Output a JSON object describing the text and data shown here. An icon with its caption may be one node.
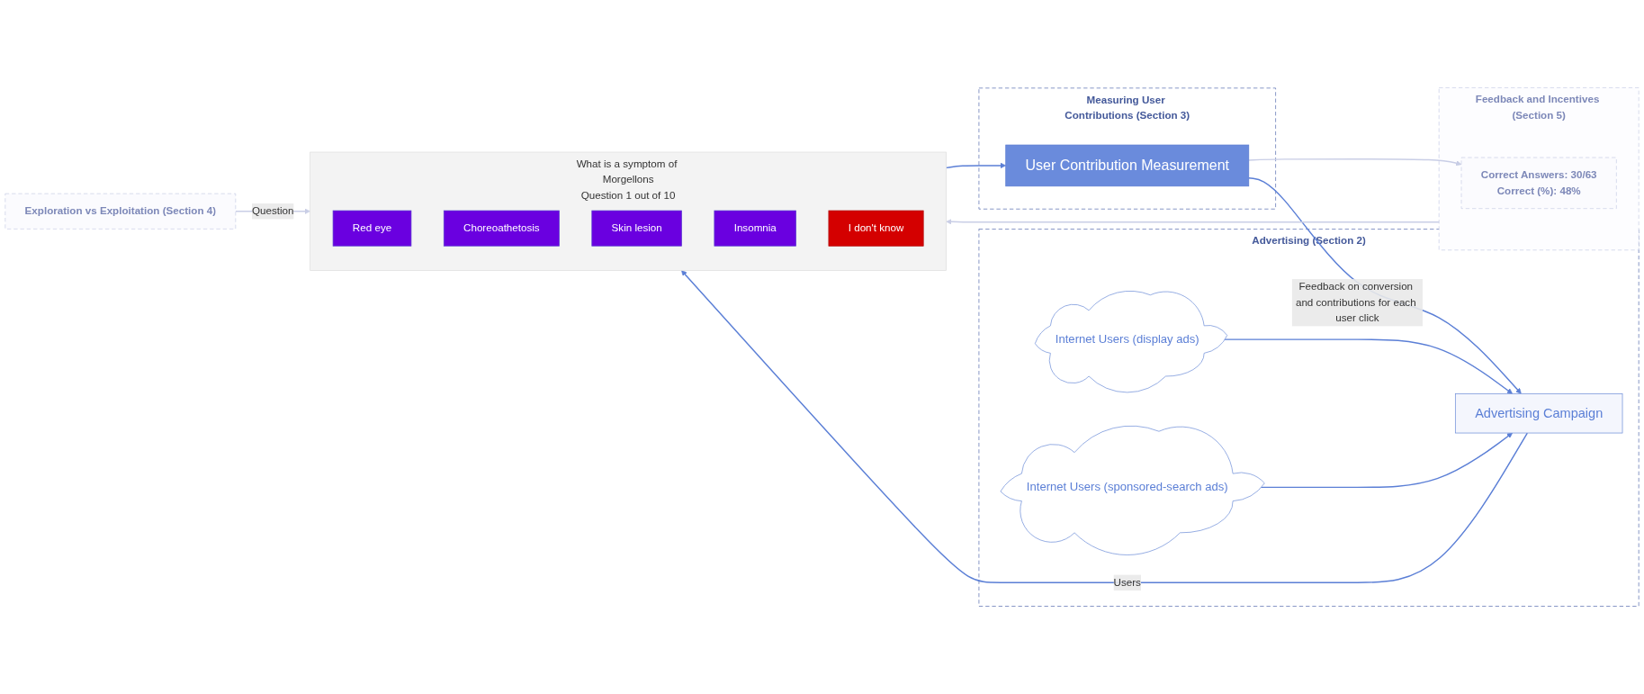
{
  "diagram": {
    "nodes": [
      {
        "text": [
          "Measuring User Contributions (Section 3)"
        ]
      },
      {
        "text": [
          "User Contribution Measurement"
        ],
        "in": 0
      },
      {
        "text": [
          "Feedback and Incentives (Section 5)"
        ]
      },
      {
        "text": [
          "Correct Answers: 30/63",
          "Correct (%): 48%"
        ],
        "in": 2
      },
      {
        "text": [
          "Advertising (Section 2)"
        ]
      },
      {
        "text": [
          "Internet Users (display ads)"
        ],
        "in": 4
      },
      {
        "text": [
          "Internet Users (sponsored-search ads)"
        ],
        "in": 4
      },
      {
        "text": [
          "Advertising Campaign"
        ],
        "in": 4
      },
      {
        "text": [
          "What is a symptom of Morgellons",
          "Question 1 out of 10"
        ]
      },
      {
        "text": [
          "Red eye"
        ],
        "in": 8
      },
      {
        "text": [
          "Choreoathetosis"
        ],
        "in": 8
      },
      {
        "text": [
          "Skin lesion"
        ],
        "in": 8
      },
      {
        "text": [
          "Insomnia"
        ],
        "in": 8
      },
      {
        "text": [
          "I don't know"
        ],
        "in": 8
      },
      {
        "text": [
          "Exploration vs Exploitation (Section 4)"
        ]
      }
    ],
    "edges": [
      {
        "from": 1,
        "to": 3,
        "arrow": "to",
        "color": "#c9cee6"
      },
      {
        "from": 2,
        "to": 8,
        "arrow": "to",
        "color": "#c9cee6"
      },
      {
        "from": 8,
        "to": 1,
        "arrow": "to"
      },
      {
        "from": 1,
        "to": 7,
        "label": "Feedback on conversion and contributions for each user click",
        "arrow": "to"
      },
      {
        "from": 5,
        "to": 7,
        "arrow": "to"
      },
      {
        "from": 6,
        "to": 7,
        "arrow": "to"
      },
      {
        "from": 7,
        "to": 8,
        "label": "Users",
        "arrow": "to"
      },
      {
        "from": 14,
        "to": 8,
        "label": "Question",
        "arrow": "to",
        "color": "#c9cee6"
      }
    ]
  }
}
